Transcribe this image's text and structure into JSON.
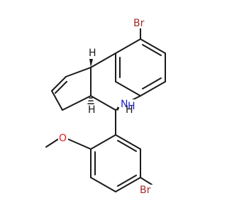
{
  "molecule": {
    "atoms": {
      "br_top": {
        "text": "Br",
        "color": "#a52a2a"
      },
      "br_bottom": {
        "text": "Br",
        "color": "#a52a2a"
      },
      "nh": {
        "text": "N",
        "h": "H",
        "color": "#1f1fcc"
      },
      "oxygen": {
        "text": "O",
        "color": "#e21b1b"
      },
      "h_top": {
        "text": "H",
        "color": "#1a1a1a"
      },
      "h_middle": {
        "text": "H",
        "color": "#1a1a1a"
      },
      "h_c4": {
        "text": "H",
        "color": "#1a1a1a"
      }
    },
    "bond_color": "#1a1a1a"
  }
}
